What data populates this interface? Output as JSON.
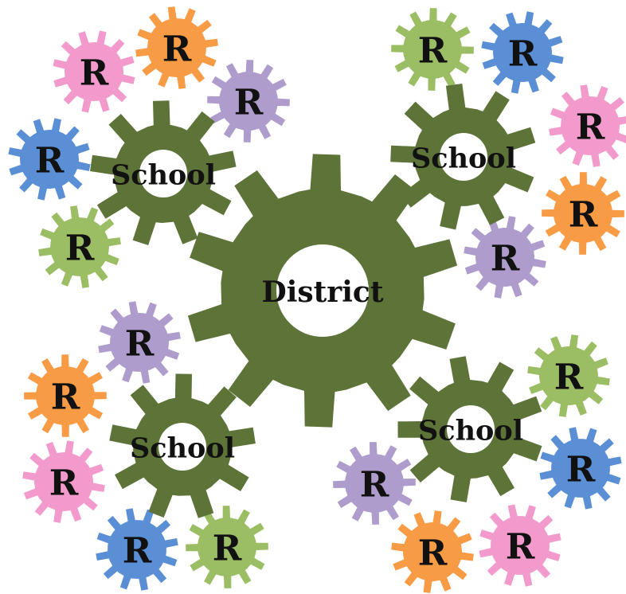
{
  "diagram": {
    "center": {
      "label": "District",
      "color": "#5d7338"
    },
    "schools": [
      {
        "label": "School",
        "color": "#5d7338",
        "rs": [
          {
            "label": "R",
            "color": "#f29acb"
          },
          {
            "label": "R",
            "color": "#f79b45"
          },
          {
            "label": "R",
            "color": "#ad9ccc"
          },
          {
            "label": "R",
            "color": "#5a8fd6"
          },
          {
            "label": "R",
            "color": "#9bbd63"
          }
        ]
      },
      {
        "label": "School",
        "color": "#5d7338",
        "rs": [
          {
            "label": "R",
            "color": "#9bbd63"
          },
          {
            "label": "R",
            "color": "#5a8fd6"
          },
          {
            "label": "R",
            "color": "#f29acb"
          },
          {
            "label": "R",
            "color": "#f79b45"
          },
          {
            "label": "R",
            "color": "#ad9ccc"
          }
        ]
      },
      {
        "label": "School",
        "color": "#5d7338",
        "rs": [
          {
            "label": "R",
            "color": "#ad9ccc"
          },
          {
            "label": "R",
            "color": "#f79b45"
          },
          {
            "label": "R",
            "color": "#f29acb"
          },
          {
            "label": "R",
            "color": "#5a8fd6"
          },
          {
            "label": "R",
            "color": "#9bbd63"
          }
        ]
      },
      {
        "label": "School",
        "color": "#5d7338",
        "rs": [
          {
            "label": "R",
            "color": "#9bbd63"
          },
          {
            "label": "R",
            "color": "#5a8fd6"
          },
          {
            "label": "R",
            "color": "#ad9ccc"
          },
          {
            "label": "R",
            "color": "#f79b45"
          },
          {
            "label": "R",
            "color": "#f29acb"
          }
        ]
      }
    ]
  }
}
